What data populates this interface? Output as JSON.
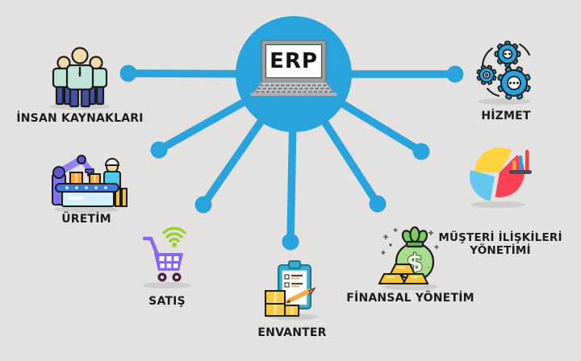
{
  "hub": {
    "label": "ERP",
    "icon": "laptop-icon"
  },
  "colors": {
    "background": "#e3e2e1",
    "accent_blue": "#29a3dc",
    "text": "#1b1b1b",
    "shadow": "#cdcdcc",
    "people_shirt": "#bfe5d6",
    "people_pants": "#47519e",
    "skin": "#f4d8a6",
    "robot_purple": "#7c74f2",
    "belt_blue": "#3e7edd",
    "panel_cyan": "#d2effa",
    "cart_purple": "#8468f5",
    "wifi_green": "#97d132",
    "wheel_maroon": "#4a2144",
    "clipboard_teal": "#35afc9",
    "box_yellow": "#f7c948",
    "bag_green": "#a9dc8c",
    "leaf_green": "#7ecb63",
    "gold": "#f6c636",
    "pie_yellow": "#ffd23f",
    "pie_blue": "#64c7f0",
    "pie_red": "#fb4156",
    "bar_orange": "#f5a93f"
  },
  "modules": [
    {
      "id": "insan-kaynaklari",
      "label": "İNSAN KAYNAKLARI",
      "icon": "people-icon"
    },
    {
      "id": "uretim",
      "label": "ÜRETİM",
      "icon": "factory-robot-arm-icon"
    },
    {
      "id": "satis",
      "label": "SATIŞ",
      "icon": "shopping-cart-icon"
    },
    {
      "id": "envanter",
      "label": "ENVANTER",
      "icon": "inventory-clipboard-icon"
    },
    {
      "id": "finansal-yonetim",
      "label": "FİNANSAL YÖNETİM",
      "icon": "money-bag-icon"
    },
    {
      "id": "musteri-iliskileri-yonetimi",
      "label": "MÜŞTERİ İLİŞKİLERİ YÖNETİMİ",
      "label_line1": "MÜŞTERİ İLİŞKİLERİ",
      "label_line2": "YÖNETİMİ",
      "icon": "pie-chart-icon"
    },
    {
      "id": "hizmet",
      "label": "HİZMET",
      "icon": "gears-icon"
    }
  ]
}
